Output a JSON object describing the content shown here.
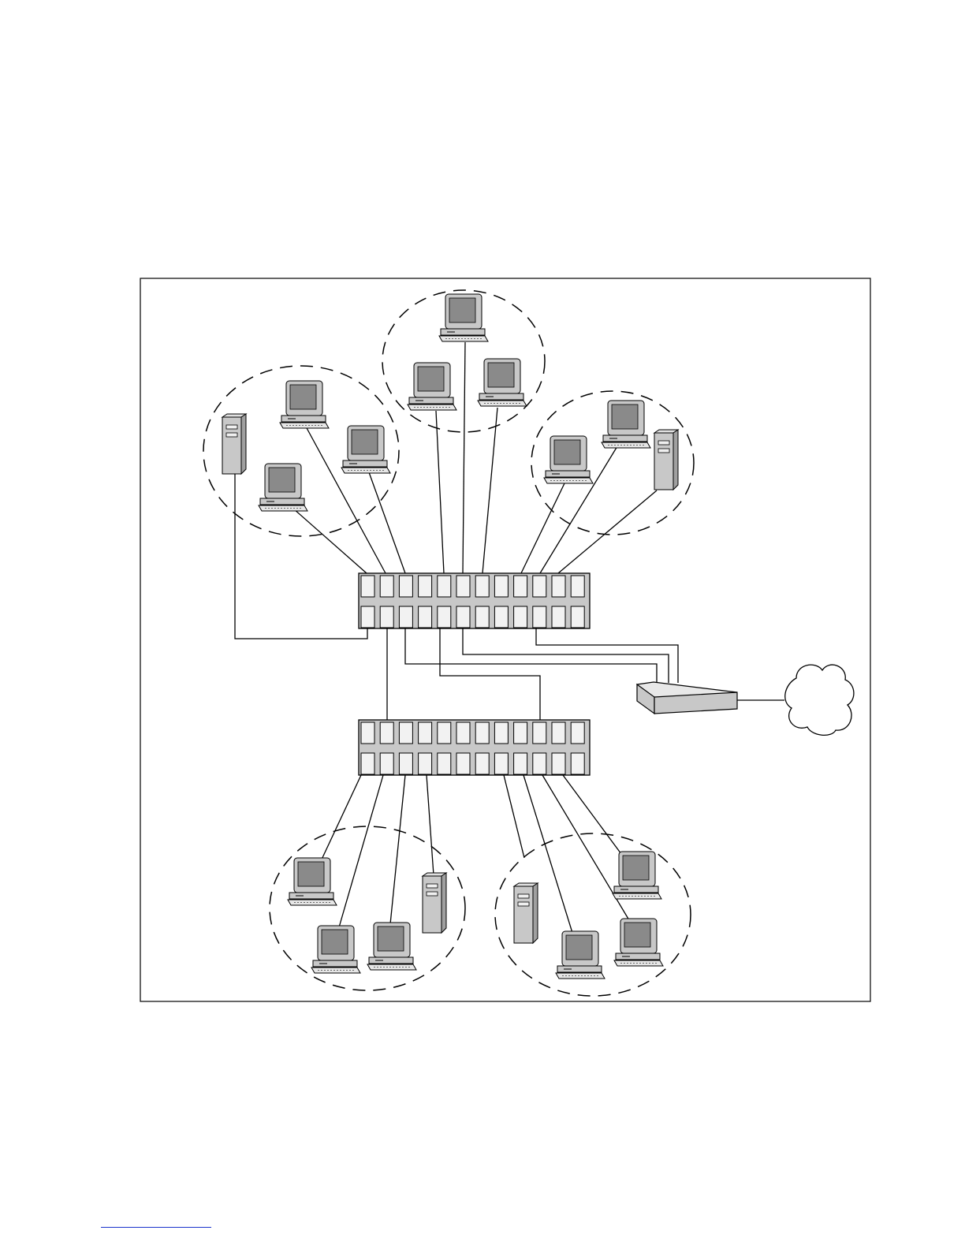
{
  "diagram": {
    "colors": {
      "stroke": "#000000",
      "device_fill": "#c8c8c8",
      "screen_fill": "#8a8a8a",
      "port_fill": "#f2f2f2",
      "footer_rule": "#1a33cc"
    },
    "nodes": [
      {
        "id": "switch-top",
        "kind": "switch"
      },
      {
        "id": "switch-bottom",
        "kind": "switch"
      },
      {
        "id": "router",
        "kind": "router"
      },
      {
        "id": "internet",
        "kind": "cloud-icon"
      }
    ],
    "workgroups": [
      {
        "id": "wg-top-left",
        "devices": [
          "server",
          "pc",
          "pc",
          "pc"
        ]
      },
      {
        "id": "wg-top-center",
        "devices": [
          "pc",
          "pc",
          "pc"
        ]
      },
      {
        "id": "wg-top-right",
        "devices": [
          "pc",
          "pc",
          "server"
        ]
      },
      {
        "id": "wg-bottom-left",
        "devices": [
          "pc",
          "pc",
          "pc",
          "server"
        ]
      },
      {
        "id": "wg-bottom-right",
        "devices": [
          "server",
          "pc",
          "pc",
          "pc"
        ]
      }
    ]
  }
}
